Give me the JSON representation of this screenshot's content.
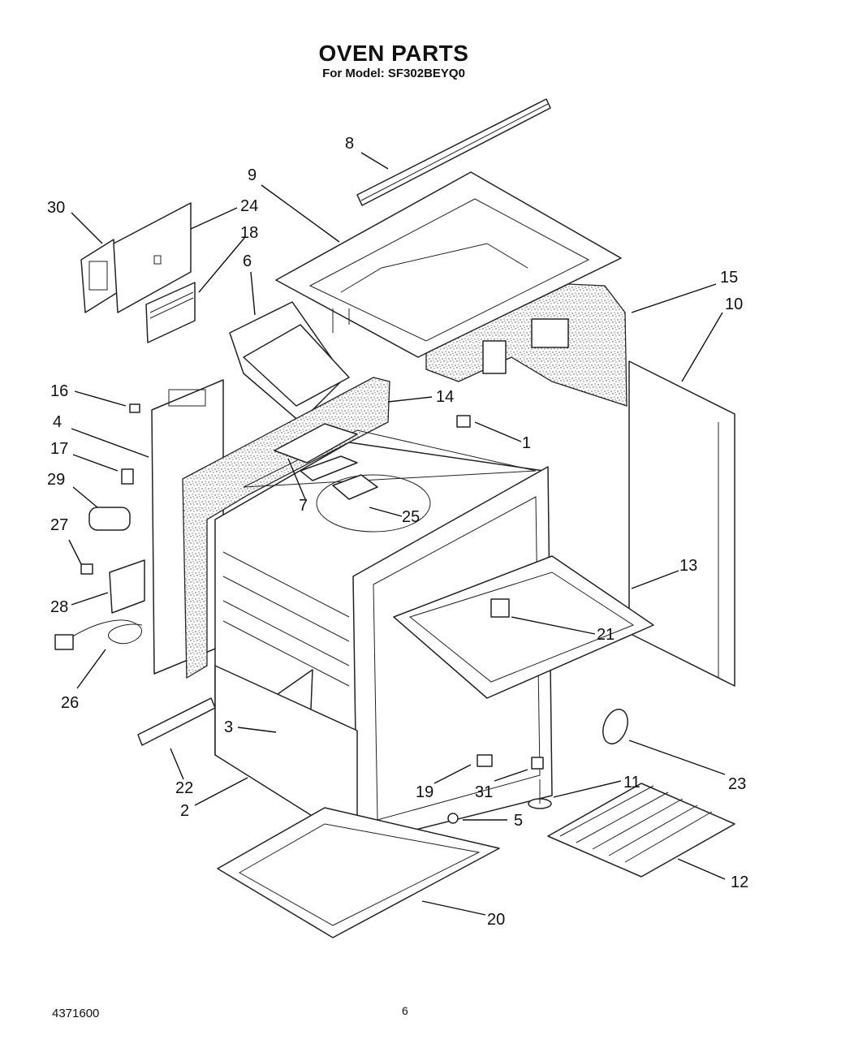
{
  "title": "OVEN PARTS",
  "subtitle": "For Model: SF302BEYQ0",
  "callouts": [
    "8",
    "9",
    "30",
    "24",
    "18",
    "6",
    "15",
    "10",
    "16",
    "14",
    "4",
    "1",
    "17",
    "29",
    "7",
    "25",
    "27",
    "28",
    "13",
    "21",
    "26",
    "3",
    "22",
    "2",
    "19",
    "31",
    "11",
    "23",
    "5",
    "12",
    "20"
  ],
  "footer": {
    "doc_number": "4371600",
    "page_number": "6"
  }
}
